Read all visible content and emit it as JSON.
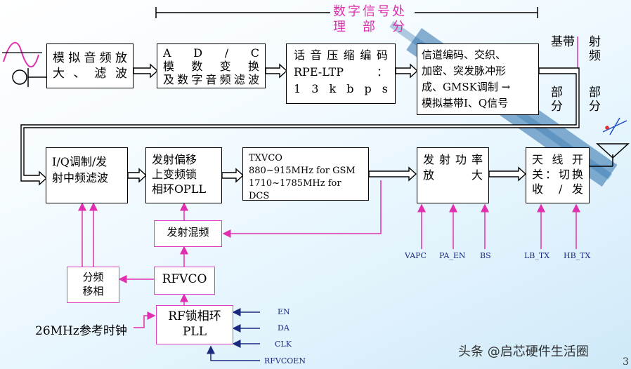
{
  "header": {
    "title_line1": "数字信号处",
    "title_line2": "理　部　分"
  },
  "side_labels": {
    "baseband_1": "基带",
    "baseband_2": "部分",
    "rf_1": "射频",
    "rf_2": "部分"
  },
  "blocks": {
    "audio_amp": [
      "模拟音频放",
      "大、滤波"
    ],
    "adc": [
      "A　D　/　C",
      "模　数　变　换",
      "及数字音频滤波"
    ],
    "speech": [
      "话音压缩编码",
      "RPE-LTP：",
      "1 3 k b p s"
    ],
    "channel": [
      "信道编码、交织、",
      "加密、突发脉冲形",
      "成、GMSK调制 →",
      "模拟基带I、Q信号"
    ],
    "iq": [
      "I/Q调制/发",
      "射中频滤波"
    ],
    "opll": [
      "发射偏移",
      "上变频锁",
      "相环OPLL"
    ],
    "txvco": [
      "TXVCO",
      "880~915MHz for GSM",
      "1710~1785MHz for DCS"
    ],
    "pa": [
      "发射功率",
      "放　　大"
    ],
    "switch": [
      "天线开",
      "关：切换",
      "收 / 发"
    ],
    "mixer": "发射混频",
    "rfvco": "RFVCO",
    "divider": [
      "分频",
      "移相"
    ],
    "pll": [
      "RF锁相环",
      "PLL"
    ]
  },
  "signals": {
    "vapc": "VAPC",
    "pa_en": "PA_EN",
    "bs": "BS",
    "lb_tx": "LB_TX",
    "hb_tx": "HB_TX",
    "en": "EN",
    "da": "DA",
    "clk": "CLK",
    "rfvcoen": "RFVCOEN"
  },
  "ref_clock": "26MHz参考时钟",
  "watermark": "头条 @启芯硬件生活圈",
  "page_number": "3",
  "colors": {
    "pink": "#e030b0",
    "navy": "#1a2a80",
    "stripe": "#286eaa"
  }
}
